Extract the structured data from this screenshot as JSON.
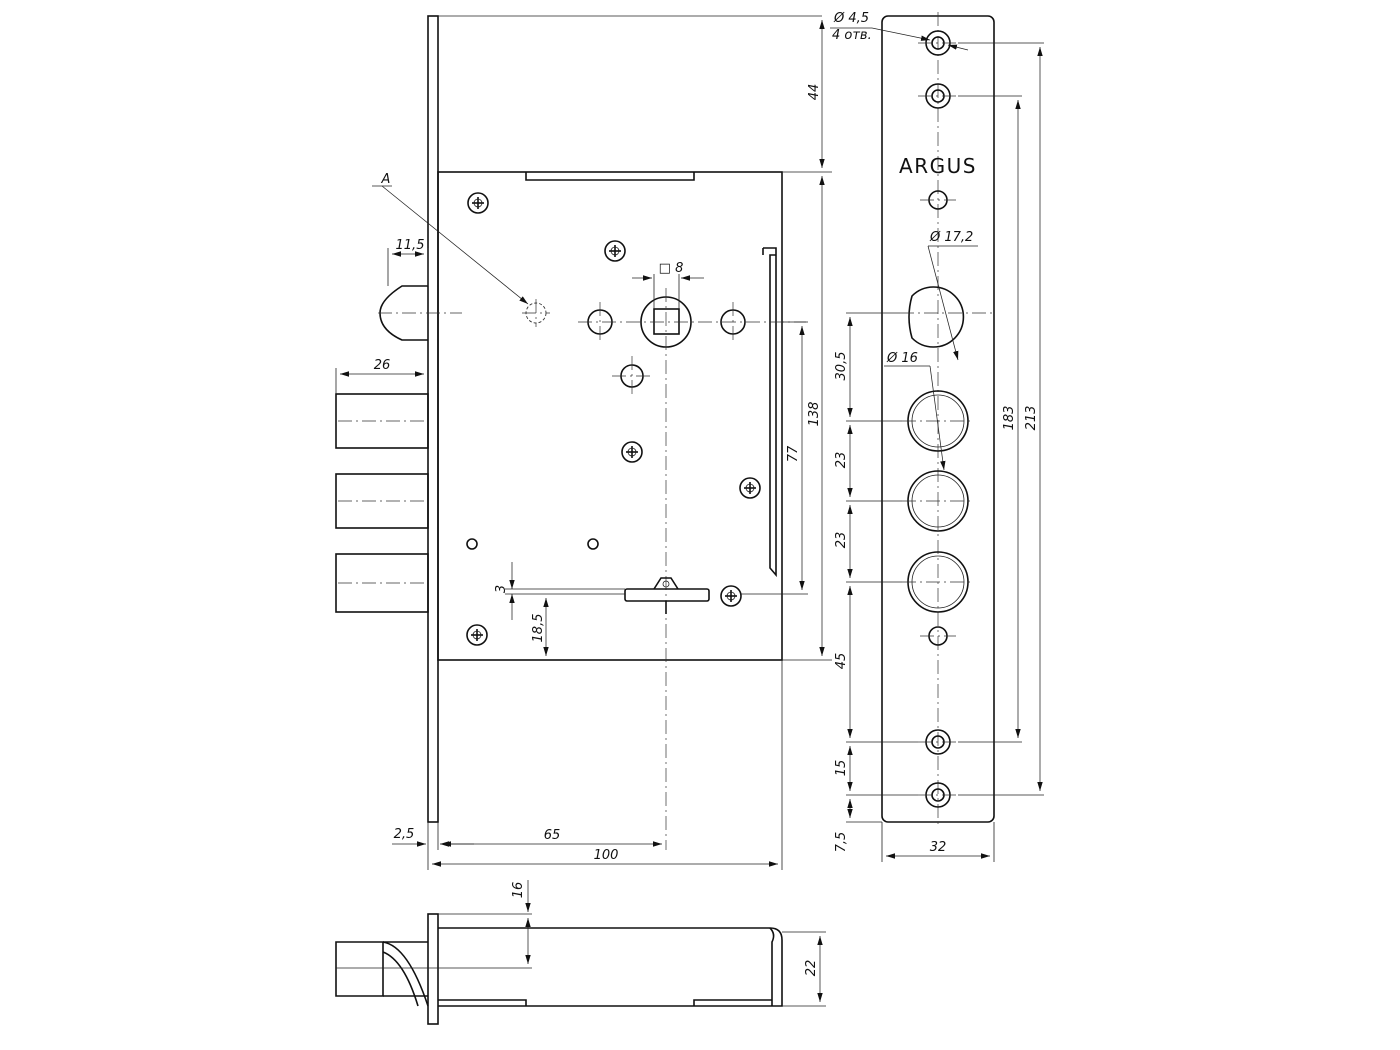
{
  "brand": "ARGUS",
  "dimensions": {
    "d_mount_holes": "Ø 4,5",
    "mount_holes_count": "4 отв.",
    "d_cylinder_hole": "Ø 17,2",
    "d_bolt_holes": "Ø 16",
    "spindle_square": "□ 8",
    "detail_a": "A",
    "latch_length": "11,5",
    "bolt_length": "26",
    "top_offset": "44",
    "bottom_offset": "45",
    "spindle_to_bolt": "30,5",
    "bolt_pitch_1": "23",
    "bolt_pitch_2": "23",
    "height_77": "77",
    "height_138": "138",
    "lever_offset": "3",
    "lever_height": "18,5",
    "faceplate_183": "183",
    "faceplate_213": "213",
    "hole_pitch_15": "15",
    "edge_offset": "7,5",
    "faceplate_width": "32",
    "faceplate_thickness": "2,5",
    "backset": "65",
    "body_depth": "100",
    "bolt_diameter_side": "16",
    "body_thickness": "22"
  }
}
